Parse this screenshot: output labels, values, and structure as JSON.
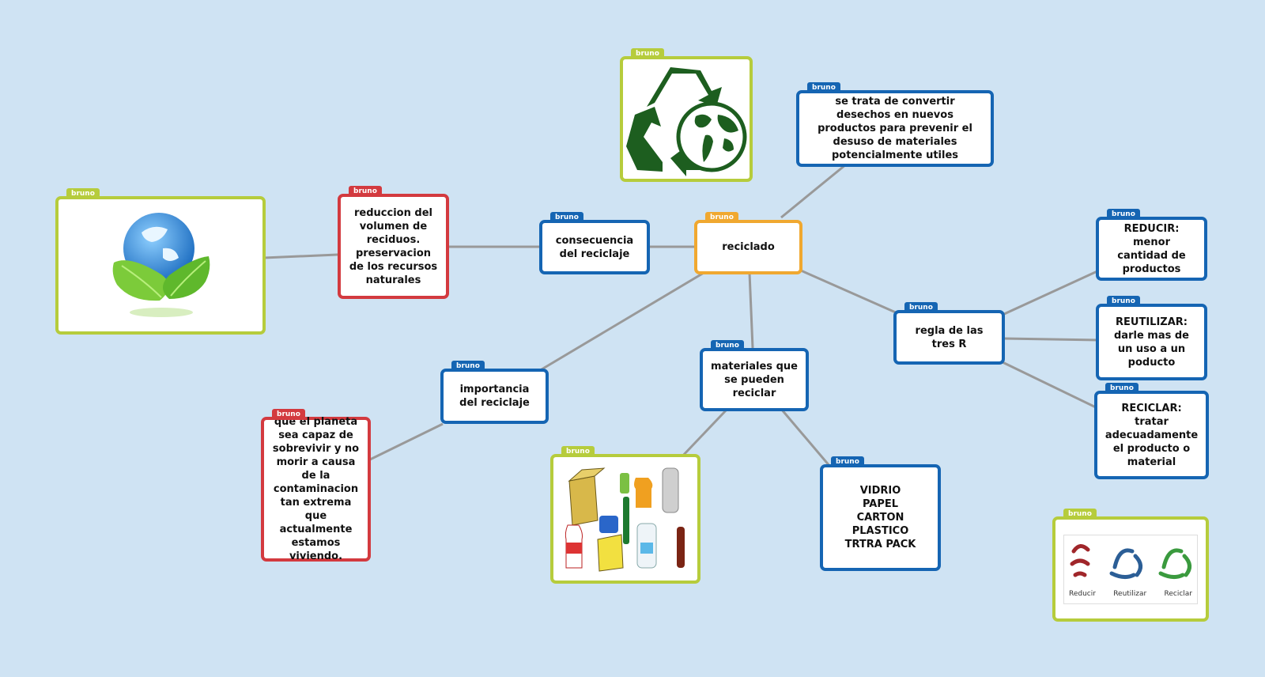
{
  "author_tag": "bruno",
  "nodes": {
    "center": "reciclado",
    "definition": "se trata de convertir desechos en nuevos productos para prevenir el desuso de materiales potencialmente utiles",
    "consequence": "consecuencia del reciclaje",
    "consequence_detail": "reduccion del volumen de reciduos. preservacion de los recursos naturales",
    "importance": "importancia del reciclaje",
    "importance_detail": "que el planeta sea capaz de sobrevivir y no morir a causa de la contaminacion tan extrema que actualmente estamos viviendo.",
    "materials": "materiales que se pueden reciclar",
    "materials_list": [
      "VIDRIO",
      "PAPEL",
      "CARTON",
      "PLASTICO",
      "TRTRA PACK"
    ],
    "rule": "regla de las tres R",
    "reduce": "REDUCIR: menor cantidad de productos",
    "reuse": "REUTILIZAR: darle mas de un uso a un poducto",
    "recycle": "RECICLAR: tratar adecuadamente el producto o material"
  },
  "three_r_image_labels": [
    "Reducir",
    "Reutilizar",
    "Reciclar"
  ],
  "icons": [
    "recycle-globe-icon",
    "globe-leaves-icon",
    "recyclables-icon",
    "three-r-arrows-icon"
  ],
  "colors": {
    "blue": "#1565b3",
    "red": "#d33a3f",
    "orange": "#f0a830",
    "green": "#b6cc3c",
    "background": "#cfe3f3"
  }
}
